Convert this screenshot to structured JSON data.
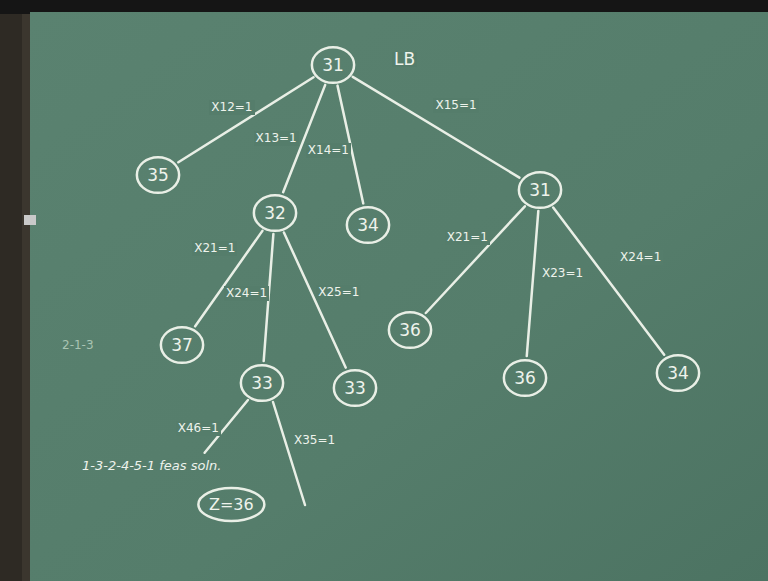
{
  "diagram": {
    "nodes": [
      {
        "text": [
          "31"
        ]
      },
      {
        "text": [
          "35"
        ]
      },
      {
        "text": [
          "32"
        ]
      },
      {
        "text": [
          "34"
        ]
      },
      {
        "text": [
          "31"
        ]
      },
      {
        "text": [
          "37"
        ]
      },
      {
        "text": [
          "33"
        ]
      },
      {
        "text": [
          "33"
        ]
      },
      {
        "text": [
          "36"
        ]
      },
      {
        "text": [
          "36"
        ]
      },
      {
        "text": [
          "34"
        ]
      },
      {
        "text": [
          "1-3-2-4-5-1 feas soln.",
          "Z=36"
        ]
      }
    ],
    "edges": [
      {
        "from": 0,
        "to": 1,
        "label": "X12=1",
        "arrow": "none"
      },
      {
        "from": 0,
        "to": 2,
        "label": "X13=1",
        "arrow": "none"
      },
      {
        "from": 0,
        "to": 3,
        "label": "X14=1",
        "arrow": "none"
      },
      {
        "from": 0,
        "to": 4,
        "label": "X15=1",
        "arrow": "none"
      },
      {
        "from": 2,
        "to": 5,
        "label": "X21=1",
        "arrow": "none"
      },
      {
        "from": 2,
        "to": 6,
        "label": "X24=1",
        "arrow": "none"
      },
      {
        "from": 2,
        "to": 7,
        "label": "X25=1",
        "arrow": "none"
      },
      {
        "from": 4,
        "to": 8,
        "label": "X21=1",
        "arrow": "none"
      },
      {
        "from": 4,
        "to": 9,
        "label": "X23=1",
        "arrow": "none"
      },
      {
        "from": 4,
        "to": 10,
        "label": "X24=1",
        "arrow": "none"
      },
      {
        "from": 6,
        "to": 11,
        "label": "X46=1",
        "arrow": "none"
      }
    ],
    "labels": [
      "LB",
      "2-1-3",
      "X35=1"
    ]
  }
}
